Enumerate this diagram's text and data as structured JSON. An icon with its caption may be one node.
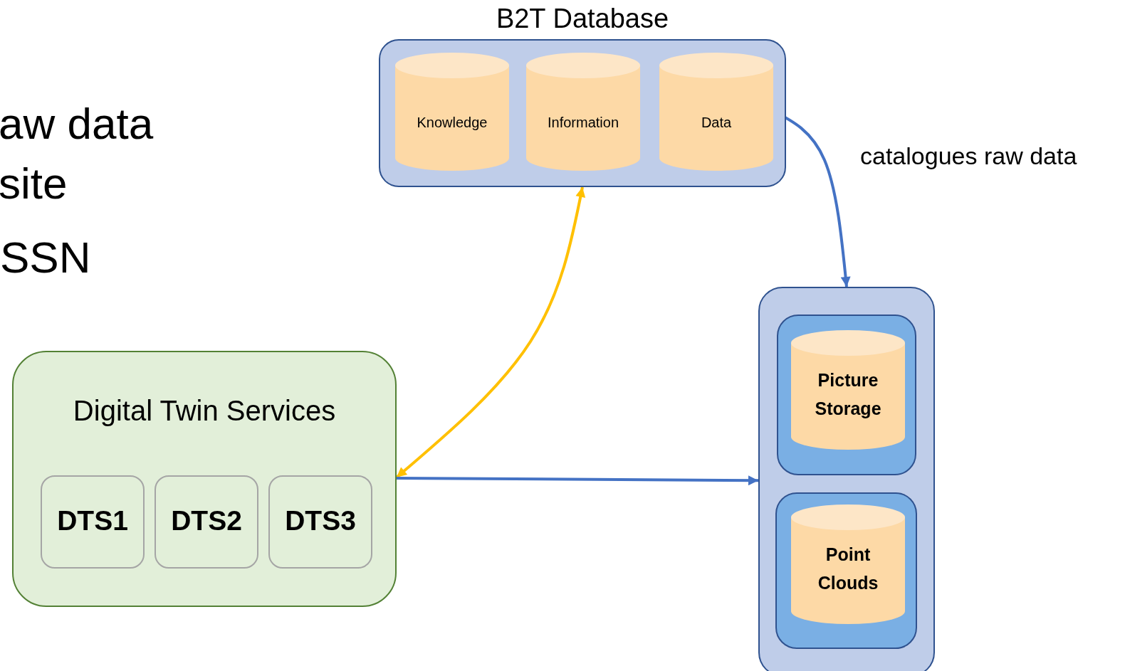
{
  "diagram": {
    "nodes": [
      {
        "text": [
          "B2T Database"
        ]
      },
      {
        "text": [
          "Knowledge"
        ],
        "in": 0
      },
      {
        "text": [
          "Information"
        ],
        "in": 0
      },
      {
        "text": [
          "Data"
        ],
        "in": 0
      },
      {
        "text": [],
        "shape": "box"
      },
      {
        "text": [],
        "shape": "box",
        "in": 4
      },
      {
        "text": [
          "Picture Storage"
        ],
        "in": 5
      },
      {
        "text": [],
        "shape": "box",
        "in": 4
      },
      {
        "text": [
          "Point Clouds"
        ],
        "in": 7
      },
      {
        "text": [
          "Digital Twin Services"
        ]
      },
      {
        "text": [
          "DTS1"
        ],
        "in": 9
      },
      {
        "text": [
          "DTS2"
        ],
        "in": 9
      },
      {
        "text": [
          "DTS3"
        ],
        "in": 9
      }
    ],
    "edges": [
      {
        "from": 3,
        "to": 4,
        "arrow": "to",
        "label": "catalogues raw data"
      },
      {
        "from": 9,
        "to": 0,
        "arrow": "both",
        "color": "#ffc000"
      },
      {
        "from": 9,
        "to": 4,
        "arrow": "to"
      }
    ],
    "labels": [
      "aw data",
      "site",
      "SSN"
    ]
  }
}
